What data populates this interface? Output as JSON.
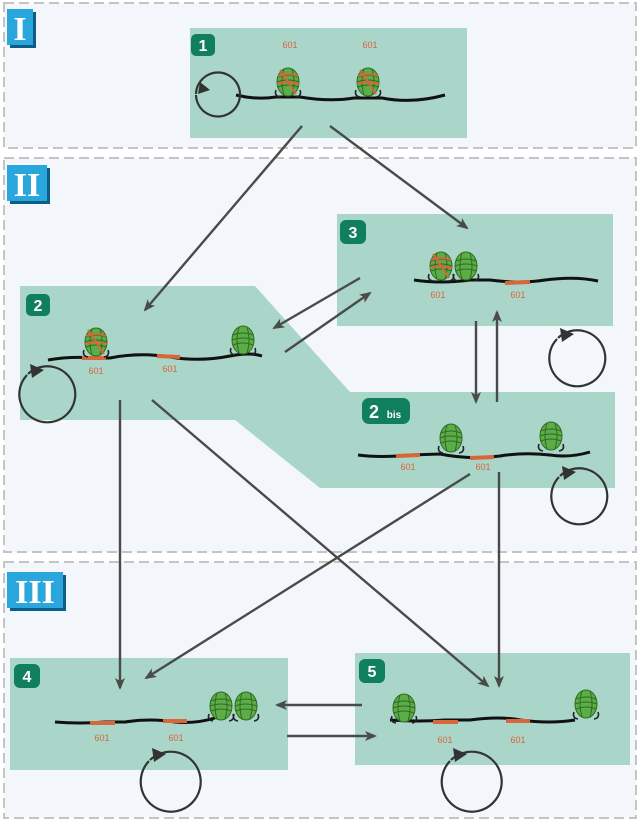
{
  "sections": [
    {
      "id": "I",
      "label": "I"
    },
    {
      "id": "II",
      "label": "II"
    },
    {
      "id": "III",
      "label": "III"
    }
  ],
  "states": [
    {
      "id": "1",
      "label": "1",
      "sub": "",
      "sites": [
        "601",
        "601"
      ]
    },
    {
      "id": "2",
      "label": "2",
      "sub": "",
      "sites": [
        "601",
        "601"
      ]
    },
    {
      "id": "3",
      "label": "3",
      "sub": "",
      "sites": [
        "601",
        "601"
      ]
    },
    {
      "id": "2bis",
      "label": "2",
      "sub": "bis",
      "sites": [
        "601",
        "601"
      ]
    },
    {
      "id": "4",
      "label": "4",
      "sub": "",
      "sites": [
        "601",
        "601"
      ]
    },
    {
      "id": "5",
      "label": "5",
      "sub": "",
      "sites": [
        "601",
        "601"
      ]
    }
  ],
  "colors": {
    "box": "#a9d6c8",
    "badge": "#0f7f5e",
    "roman": "#29a6dc",
    "arrow": "#4a4a4a",
    "dna": "#111111",
    "site": "#d9653a",
    "nucleosome": "#5cad47",
    "section_bg": "#f3f7fb",
    "section_border": "#c4c4c4"
  }
}
